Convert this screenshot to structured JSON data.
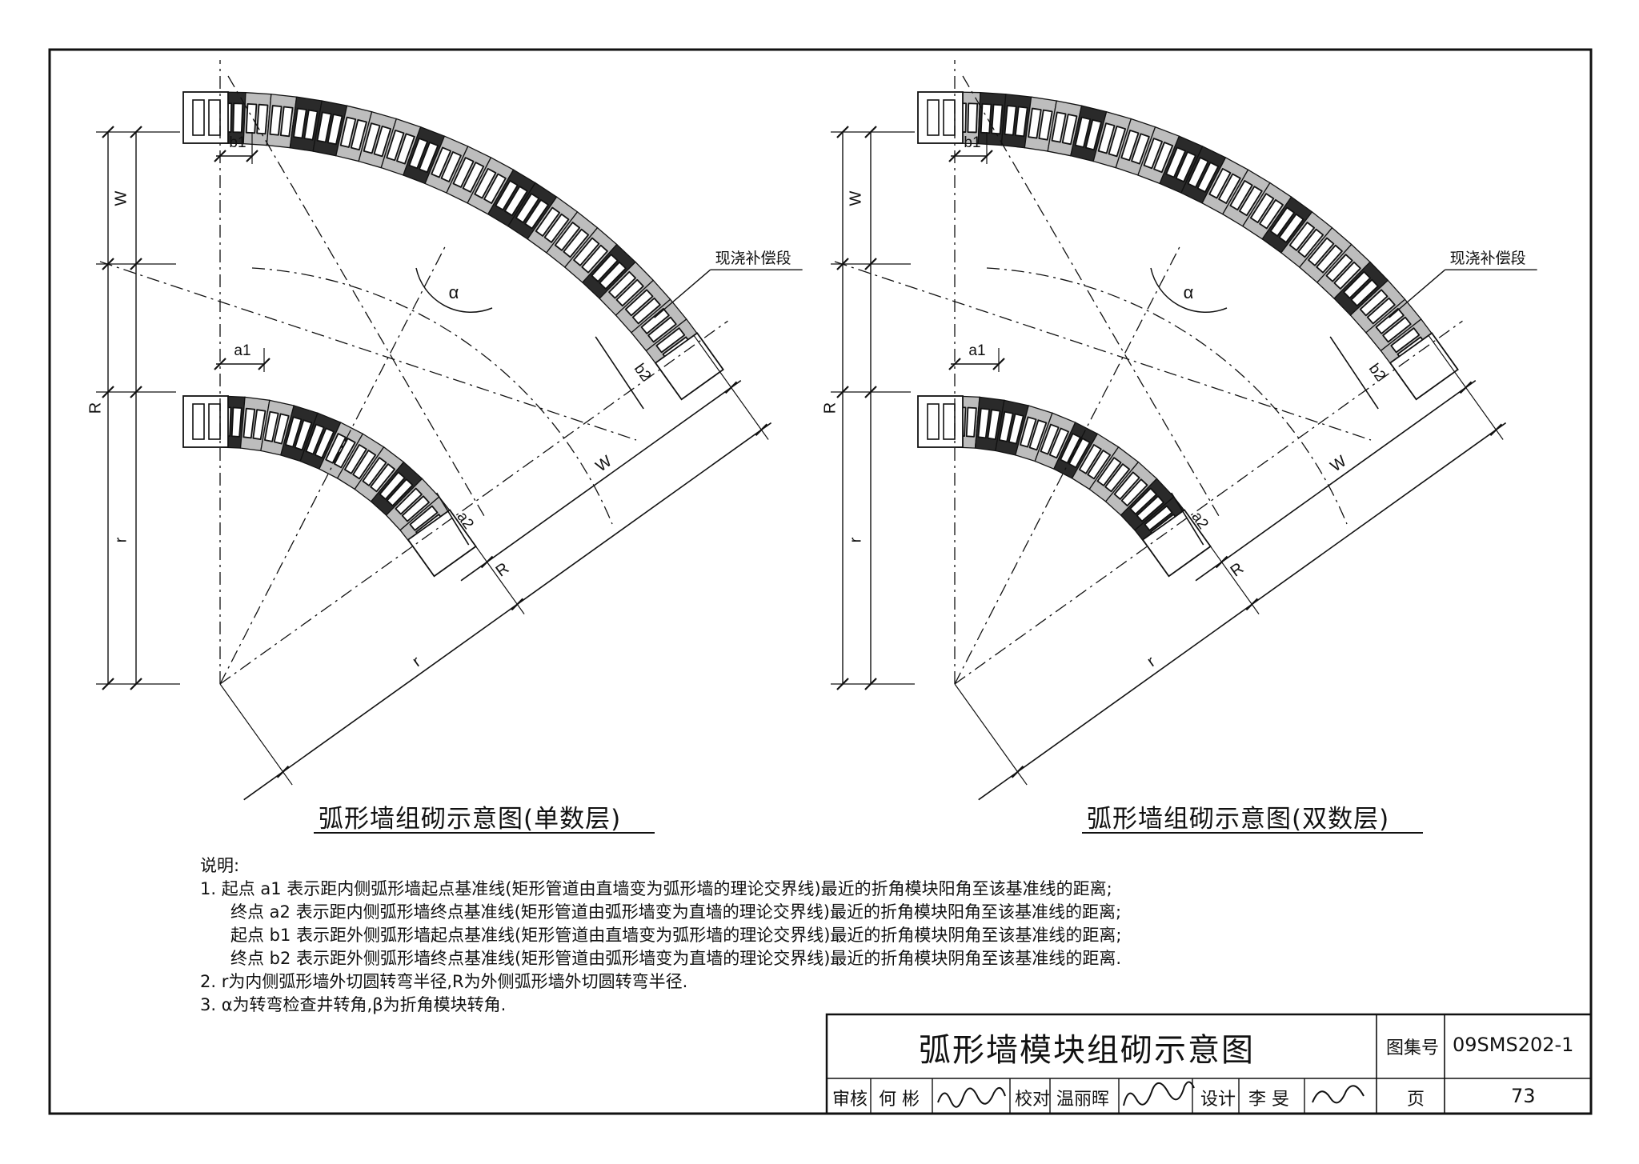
{
  "drawing_left": {
    "title": "弧形墙组砌示意图(单数层)",
    "dims": {
      "b1": "b1",
      "a1": "a1",
      "b2": "b2",
      "a2": "a2",
      "W_vert": "W",
      "R_vert": "R",
      "r_vert": "r",
      "W_diag": "W",
      "R_diag": "R",
      "r_diag": "r",
      "alpha": "α"
    },
    "callout": "现浇补偿段"
  },
  "drawing_right": {
    "title": "弧形墙组砌示意图(双数层)",
    "dims": {
      "b1": "b1",
      "a1": "a1",
      "b2": "b2",
      "a2": "a2",
      "W_vert": "W",
      "R_vert": "R",
      "r_vert": "r",
      "W_diag": "W",
      "R_diag": "R",
      "r_diag": "r",
      "alpha": "α"
    },
    "callout": "现浇补偿段"
  },
  "notes": {
    "heading": "说明:",
    "n1": "1. 起点 a1 表示距内侧弧形墙起点基准线(矩形管道由直墙变为弧形墙的理论交界线)最近的折角模块阳角至该基准线的距离;",
    "n1b": "终点 a2 表示距内侧弧形墙终点基准线(矩形管道由弧形墙变为直墙的理论交界线)最近的折角模块阳角至该基准线的距离;",
    "n1c": "起点 b1 表示距外侧弧形墙起点基准线(矩形管道由直墙变为弧形墙的理论交界线)最近的折角模块阴角至该基准线的距离;",
    "n1d": "终点 b2 表示距外侧弧形墙终点基准线(矩形管道由弧形墙变为直墙的理论交界线)最近的折角模块阴角至该基准线的距离.",
    "n2": "2. r为内侧弧形墙外切圆转弯半径,R为外侧弧形墙外切圆转弯半径.",
    "n3": "3. α为转弯检查井转角,β为折角模块转角."
  },
  "title_block": {
    "title": "弧形墙模块组砌示意图",
    "atlas_label": "图集号",
    "atlas_no": "09SMS202-1",
    "review_label": "审核",
    "reviewer": "何 彬",
    "check_label": "校对",
    "checker": "温丽晖",
    "design_label": "设计",
    "designer": "李 旻",
    "page_label": "页",
    "page_no": "73"
  }
}
